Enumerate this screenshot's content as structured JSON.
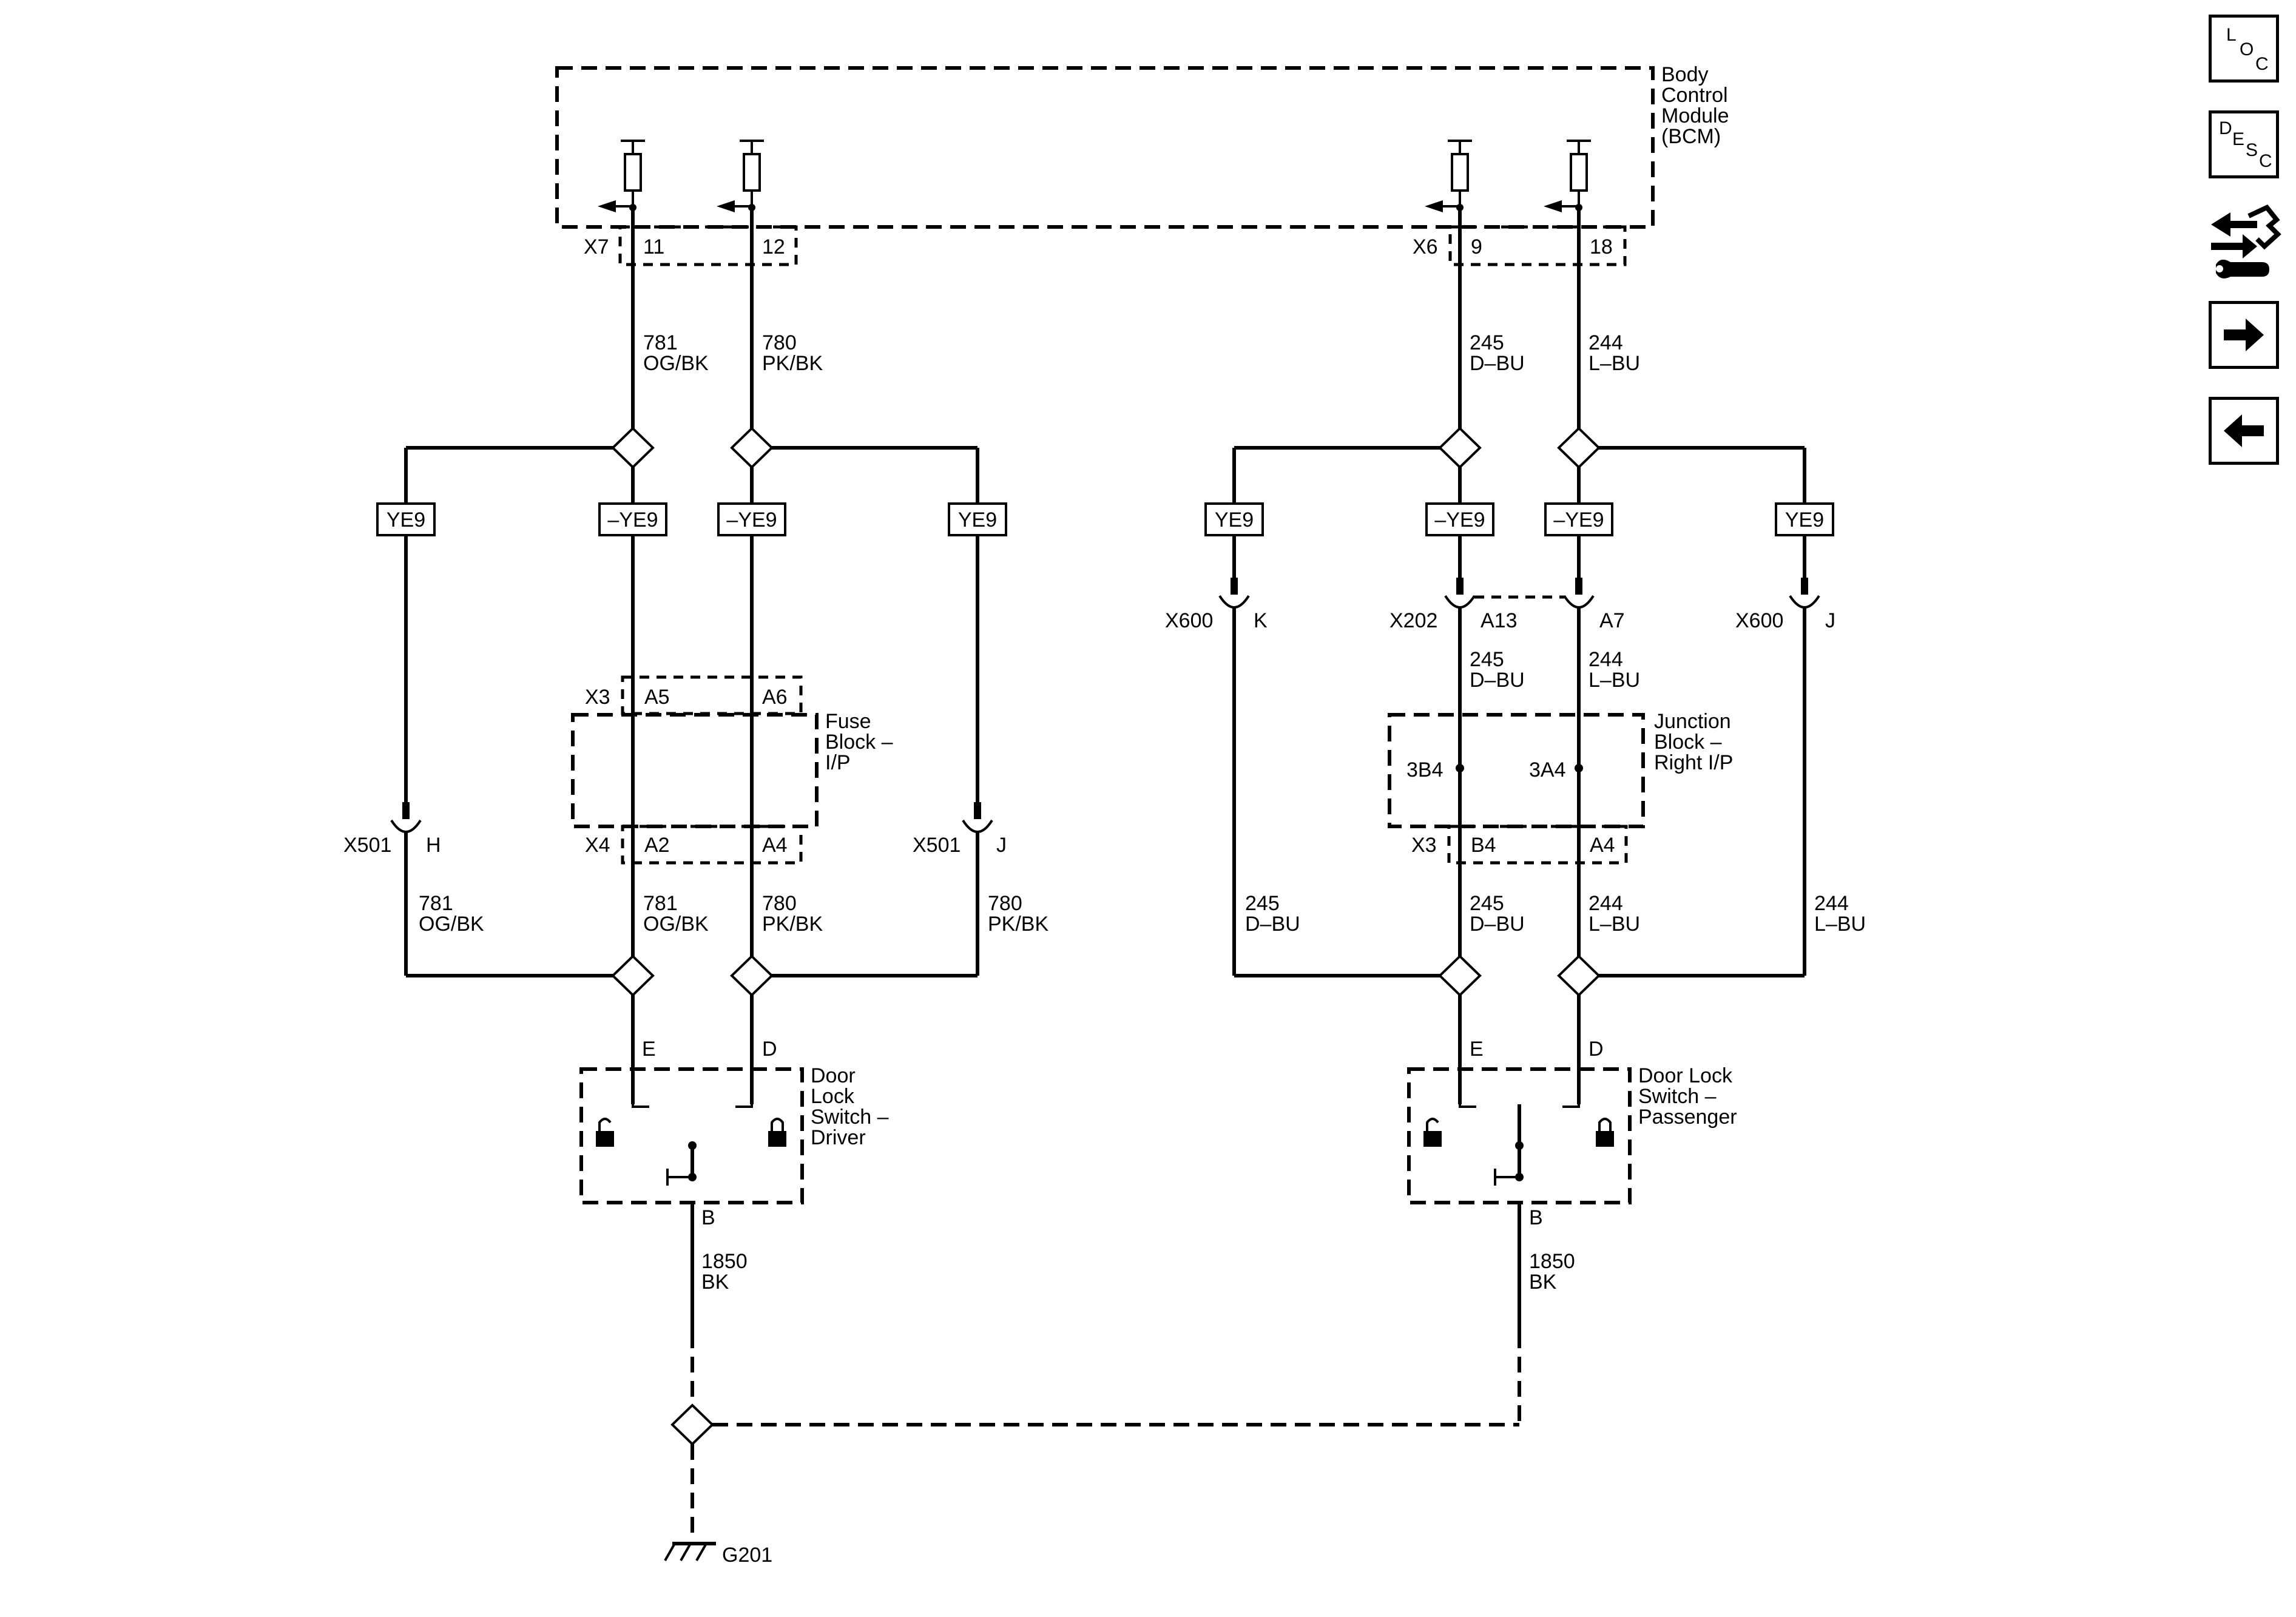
{
  "components": {
    "bcm": [
      "Body",
      "Control",
      "Module",
      "(BCM)"
    ],
    "fuse_block": [
      "Fuse",
      "Block –",
      "I/P"
    ],
    "junction_block": [
      "Junction",
      "Block –",
      "Right I/P"
    ],
    "switch_driver": [
      "Door",
      "Lock",
      "Switch –",
      "Driver"
    ],
    "switch_passenger": [
      "Door Lock",
      "Switch –",
      "Passenger"
    ],
    "ground": "G201"
  },
  "connectors": {
    "x7": "X7",
    "x6": "X6",
    "x3": "X3",
    "x4": "X4",
    "x501": "X501",
    "x600": "X600",
    "x202": "X202"
  },
  "pins": {
    "p11": "11",
    "p12": "12",
    "p9": "9",
    "p18": "18",
    "a5": "A5",
    "a6": "A6",
    "a2": "A2",
    "a4": "A4",
    "h": "H",
    "j": "J",
    "k": "K",
    "a13": "A13",
    "a7": "A7",
    "b4": "B4",
    "3b4": "3B4",
    "3a4": "3A4",
    "e": "E",
    "d": "D",
    "b": "B"
  },
  "circuits": {
    "c781": "781",
    "c780": "780",
    "c245": "245",
    "c244": "244",
    "c1850": "1850"
  },
  "wire_colors": {
    "og_bk": "OG/BK",
    "pk_bk": "PK/BK",
    "d_bu": "D–BU",
    "l_bu": "L–BU",
    "bk": "BK"
  },
  "options": {
    "ye9": "YE9",
    "not_ye9": "–YE9"
  },
  "nav": {
    "loc": [
      "L",
      "O",
      "C"
    ],
    "desc": [
      "D",
      "E",
      "S",
      "C"
    ]
  }
}
